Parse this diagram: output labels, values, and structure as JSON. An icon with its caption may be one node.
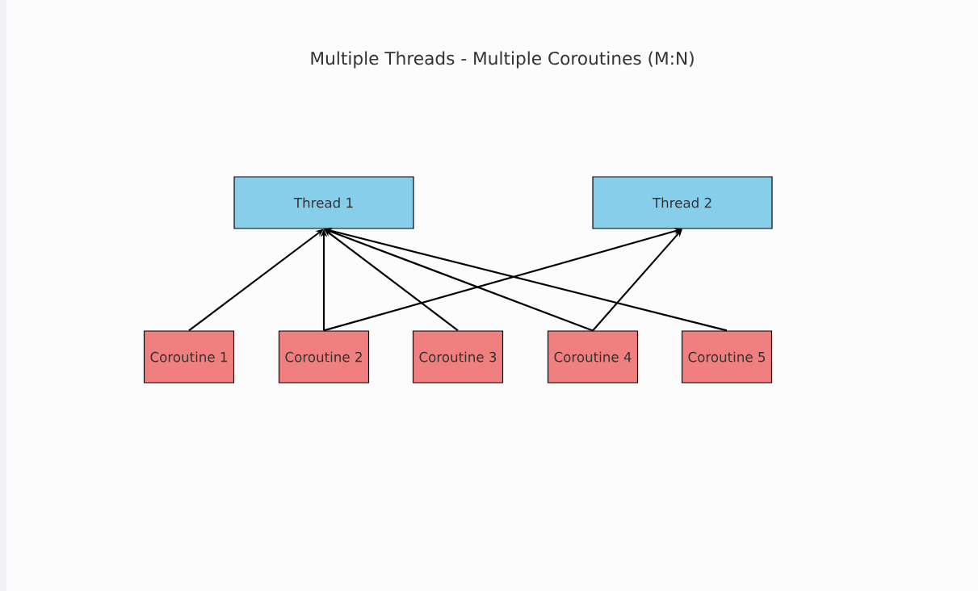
{
  "diagram": {
    "title": "Multiple Threads - Multiple Coroutines (M:N)",
    "nodes": [
      {
        "text": [
          "Thread 1"
        ]
      },
      {
        "text": [
          "Thread 2"
        ]
      },
      {
        "text": [
          "Coroutine 1"
        ]
      },
      {
        "text": [
          "Coroutine 2"
        ]
      },
      {
        "text": [
          "Coroutine 3"
        ]
      },
      {
        "text": [
          "Coroutine 4"
        ]
      },
      {
        "text": [
          "Coroutine 5"
        ]
      }
    ],
    "edges": [
      {
        "from": 2,
        "to": 0,
        "arrow": "to"
      },
      {
        "from": 3,
        "to": 0,
        "arrow": "to"
      },
      {
        "from": 3,
        "to": 1,
        "arrow": "to"
      },
      {
        "from": 4,
        "to": 0,
        "arrow": "to"
      },
      {
        "from": 5,
        "to": 0,
        "arrow": "to"
      },
      {
        "from": 5,
        "to": 1,
        "arrow": "to"
      },
      {
        "from": 6,
        "to": 0,
        "arrow": "to"
      }
    ]
  }
}
